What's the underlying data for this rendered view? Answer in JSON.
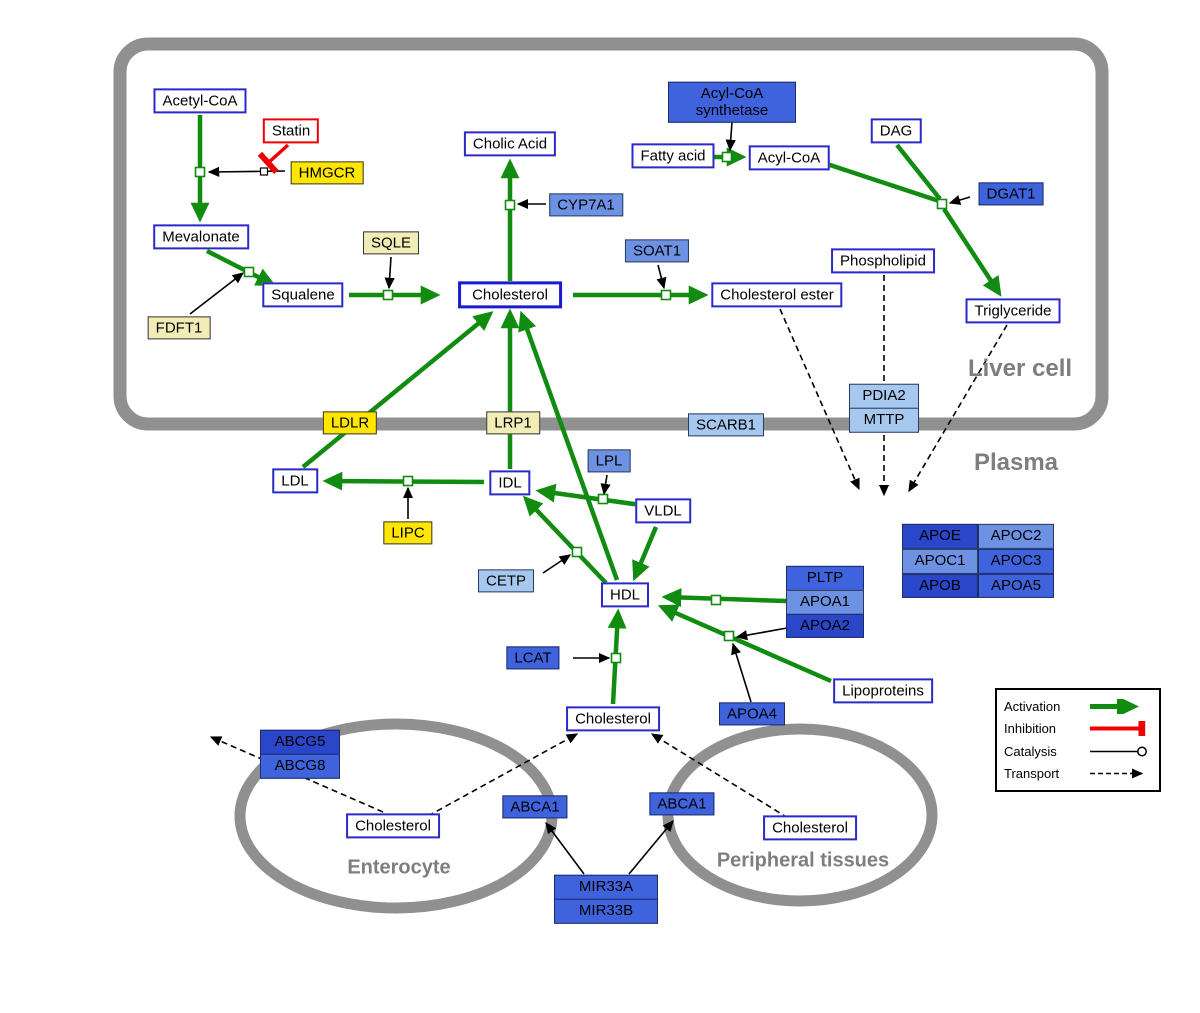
{
  "regions": {
    "liver": "Liver cell",
    "plasma": "Plasma",
    "enterocyte": "Enterocyte",
    "peripheral": "Peripheral tissues"
  },
  "nodes": {
    "acetyl_coa": "Acetyl-CoA",
    "statin": "Statin",
    "hmgcr": "HMGCR",
    "mevalonate": "Mevalonate",
    "sqle": "SQLE",
    "fdft1": "FDFT1",
    "squalene": "Squalene",
    "cholesterol_liver": "Cholesterol",
    "cholic_acid": "Cholic Acid",
    "cyp7a1": "CYP7A1",
    "soat1": "SOAT1",
    "cholesterol_ester": "Cholesterol ester",
    "acyl_coa_synthetase": "Acyl-CoA synthetase",
    "fatty_acid": "Fatty acid",
    "acyl_coa": "Acyl-CoA",
    "dag": "DAG",
    "dgat1": "DGAT1",
    "phospholipid": "Phospholipid",
    "triglyceride": "Triglyceride",
    "pdia2": "PDIA2",
    "mttp": "MTTP",
    "ldlr": "LDLR",
    "lrp1": "LRP1",
    "scarb1": "SCARB1",
    "ldl": "LDL",
    "idl": "IDL",
    "lpl": "LPL",
    "vldl": "VLDL",
    "lipc": "LIPC",
    "cetp": "CETP",
    "hdl": "HDL",
    "lcat": "LCAT",
    "pltp": "PLTP",
    "apoa1": "APOA1",
    "apoa2": "APOA2",
    "apoa4": "APOA4",
    "lipoproteins": "Lipoproteins",
    "apoe": "APOE",
    "apoc2": "APOC2",
    "apoc1": "APOC1",
    "apoc3": "APOC3",
    "apob": "APOB",
    "apoa5": "APOA5",
    "cholesterol_plasma": "Cholesterol",
    "abcg5": "ABCG5",
    "abcg8": "ABCG8",
    "cholesterol_enterocyte": "Cholesterol",
    "abca1_enterocyte": "ABCA1",
    "abca1_peripheral": "ABCA1",
    "cholesterol_peripheral": "Cholesterol",
    "mir33a": "MIR33A",
    "mir33b": "MIR33B"
  },
  "legend": {
    "activation": "Activation",
    "inhibition": "Inhibition",
    "catalysis": "Catalysis",
    "transport": "Transport"
  },
  "colors": {
    "activation": "#118c11",
    "inhibition": "#f00000",
    "membrane": "#909090",
    "metabolite_border": "#2a2ac8",
    "gene_yellow": "#ffe600",
    "gene_cream": "#f2ecb6",
    "gene_blue_light": "#a6c8ee",
    "gene_blue_medium": "#6d92e4",
    "gene_blue_royal": "#3f63dc",
    "gene_blue_dark": "#2a46c9"
  }
}
